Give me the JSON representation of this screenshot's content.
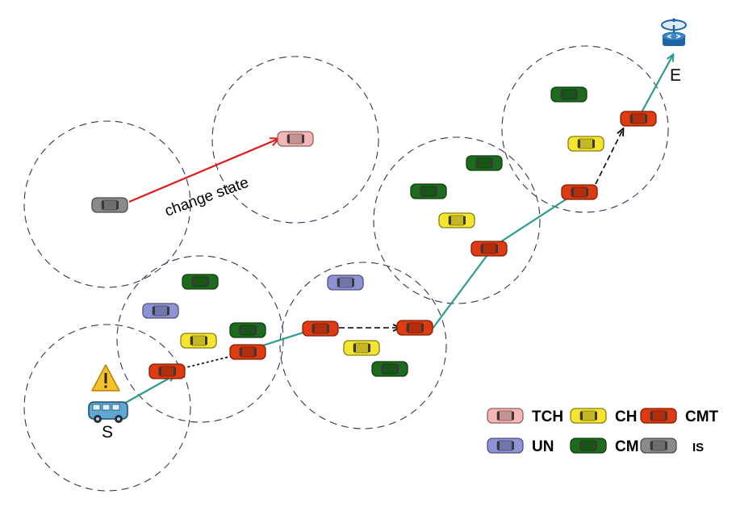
{
  "labels": {
    "change_state": "change state",
    "start": "S",
    "end": "E"
  },
  "legend": {
    "items": [
      {
        "key": "TCH",
        "label": "TCH",
        "color": "#F7B5B5"
      },
      {
        "key": "CH",
        "label": "CH",
        "color": "#F5E52C"
      },
      {
        "key": "CMT",
        "label": "CMT",
        "color": "#E03A10"
      },
      {
        "key": "UN",
        "label": "UN",
        "color": "#8F93D6"
      },
      {
        "key": "CM",
        "label": "CM",
        "color": "#1E6B1E"
      },
      {
        "key": "IS",
        "label": "IS",
        "color": "#8A8A8A"
      }
    ]
  },
  "colors": {
    "circle": "#2F3858",
    "path": "#2E9C8F",
    "change_arrow": "#E01818",
    "forward_arrow": "#000000",
    "warning": "#F6C12A",
    "bus": "#5FA8D3",
    "tower": "#1D63A8"
  },
  "icons": [
    "warning-icon",
    "bus-icon",
    "router-tower-icon"
  ]
}
